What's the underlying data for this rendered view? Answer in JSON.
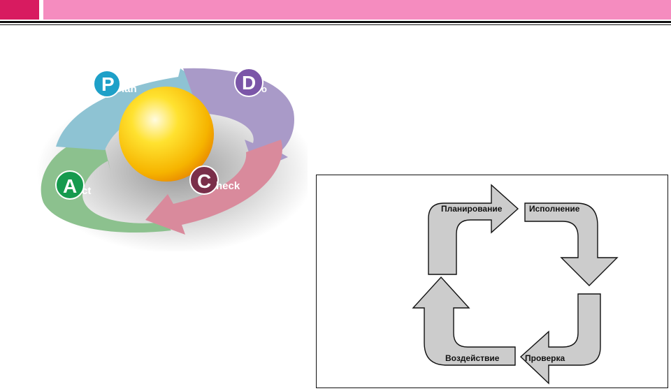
{
  "header": {
    "accent_color": "#d81b60",
    "band_color": "#f58cbf"
  },
  "pdca_wheel": {
    "sphere": "yellow-sphere",
    "stages": [
      {
        "letter": "P",
        "rest": "lan",
        "badge_color": "#1ea0c8",
        "arrow_color": "#8ec3d3"
      },
      {
        "letter": "D",
        "rest": "o",
        "badge_color": "#7b56a8",
        "arrow_color": "#a99ac8"
      },
      {
        "letter": "C",
        "rest": "heck",
        "badge_color": "#7a2f4a",
        "arrow_color": "#d98a9c"
      },
      {
        "letter": "A",
        "rest": "ct",
        "badge_color": "#169a4e",
        "arrow_color": "#8cc18e"
      }
    ]
  },
  "cycle_diagram": {
    "arrow_fill": "#cccccc",
    "labels": {
      "plan": "Планирование",
      "do": "Исполнение",
      "check": "Проверка",
      "act": "Воздействие"
    }
  }
}
